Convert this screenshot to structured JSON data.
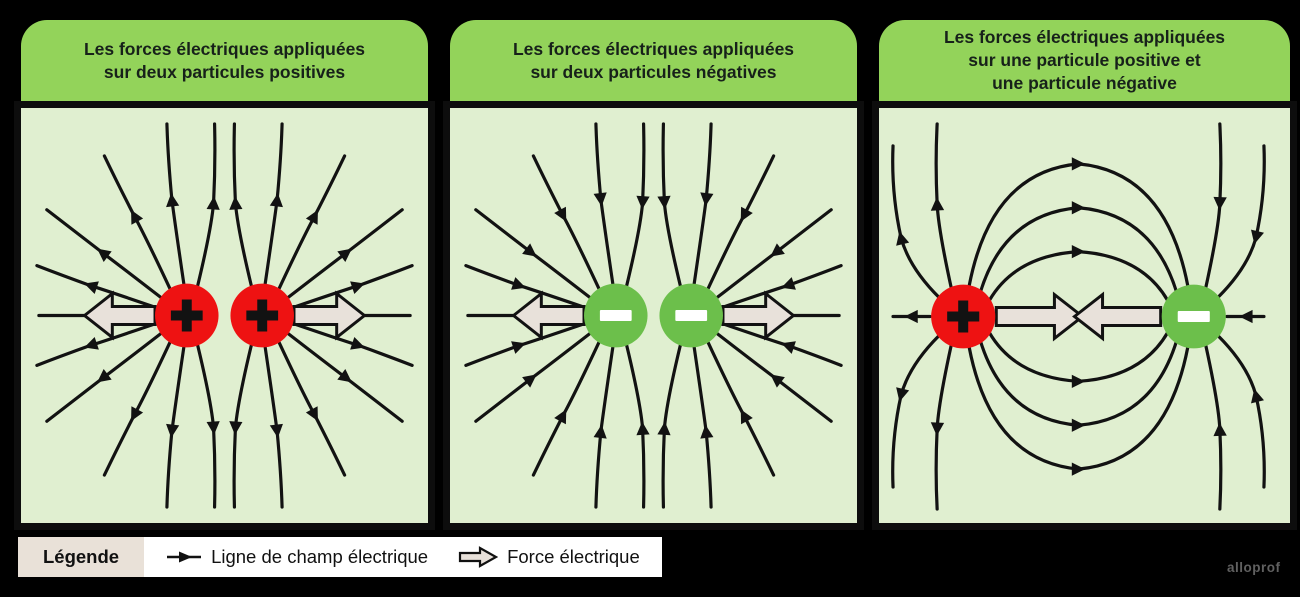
{
  "colors": {
    "background": "#000000",
    "header_green": "#93d35a",
    "title_text": "#17211a",
    "panel_bg": "#e0efd0",
    "line_black": "#121212",
    "positive_red": "#ee1212",
    "negative_green": "#6cbf4b",
    "force_fill": "#e8e1da",
    "legend_label_bg": "#e9e1d8",
    "legend_body_bg": "#ffffff",
    "watermark_gray": "#606060"
  },
  "panels": [
    {
      "id": "two-positive",
      "title": [
        "Les forces électriques appliquées",
        "sur deux particules positives"
      ],
      "charges": [
        {
          "type": "positive",
          "symbol": "+"
        },
        {
          "type": "positive",
          "symbol": "+"
        }
      ],
      "field_direction": "outward",
      "force": "repulsion"
    },
    {
      "id": "two-negative",
      "title": [
        "Les forces électriques appliquées",
        "sur deux particules négatives"
      ],
      "charges": [
        {
          "type": "negative",
          "symbol": "−"
        },
        {
          "type": "negative",
          "symbol": "−"
        }
      ],
      "field_direction": "inward",
      "force": "repulsion"
    },
    {
      "id": "positive-negative",
      "title": [
        "Les forces électriques appliquées",
        "sur une particule positive et",
        "une particule négative"
      ],
      "charges": [
        {
          "type": "positive",
          "symbol": "+"
        },
        {
          "type": "negative",
          "symbol": "−"
        }
      ],
      "field_direction": "positive-to-negative",
      "force": "attraction"
    }
  ],
  "legend": {
    "label": "Légende",
    "items": [
      {
        "icon": "field-line-icon",
        "text": "Ligne de champ électrique"
      },
      {
        "icon": "force-arrow-icon",
        "text": "Force électrique"
      }
    ]
  },
  "watermark": "alloprof"
}
